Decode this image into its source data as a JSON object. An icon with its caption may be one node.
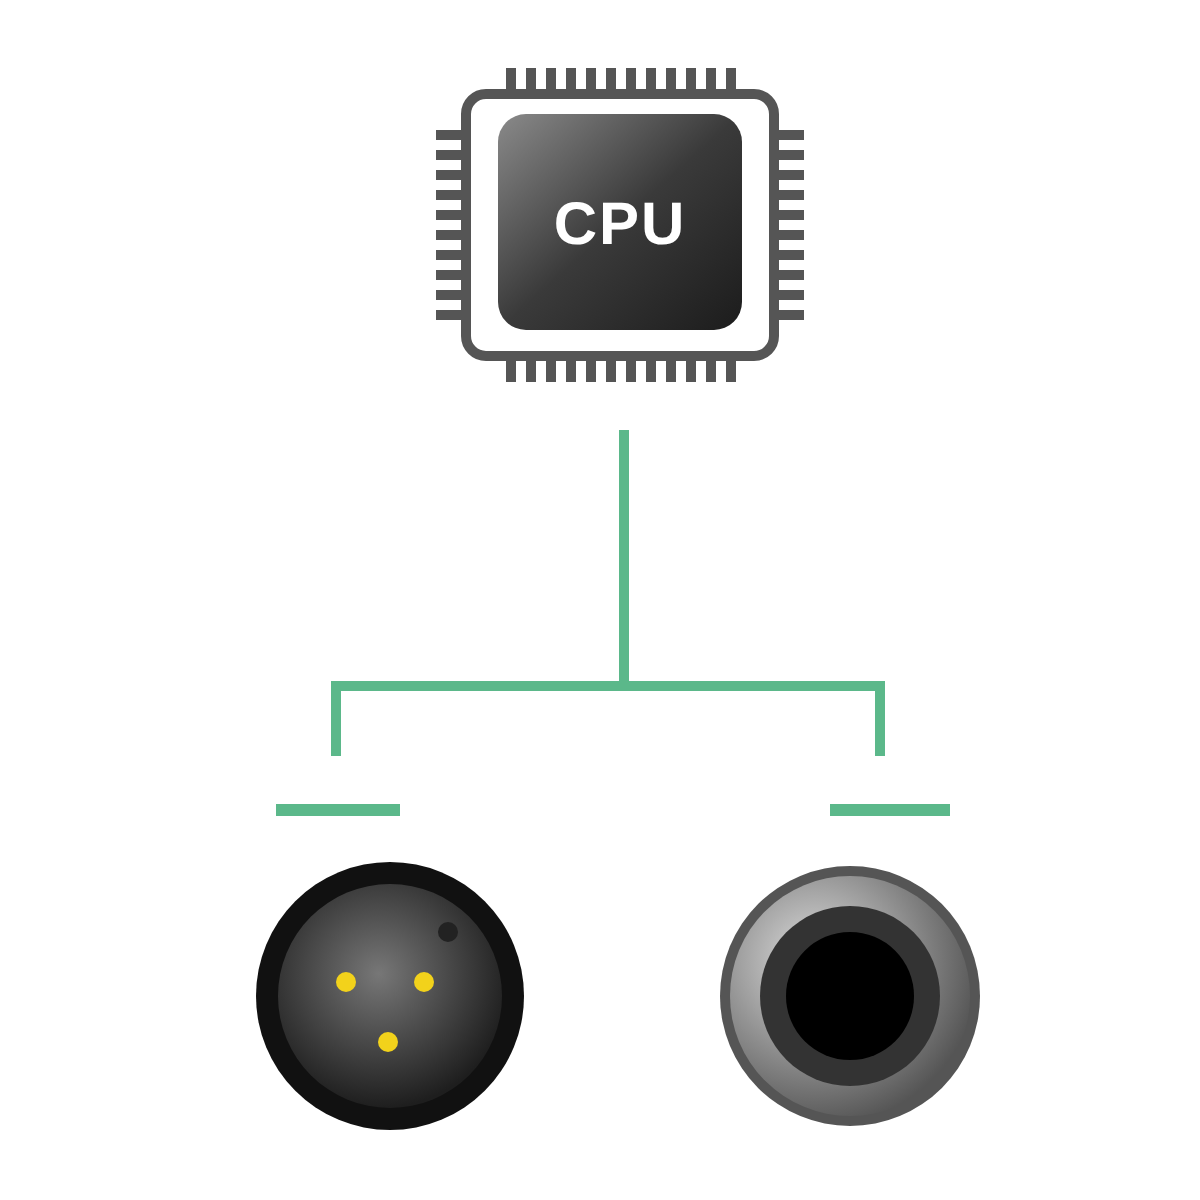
{
  "diagram": {
    "nodes": [
      {
        "text": [
          "CPU"
        ]
      },
      {
        "text": [],
        "shape": "picture"
      },
      {
        "text": [],
        "shape": "picture"
      }
    ],
    "edges": [
      {
        "from": 0,
        "to": 1,
        "arrow": "none"
      },
      {
        "from": 0,
        "to": 2,
        "arrow": "none"
      }
    ]
  }
}
